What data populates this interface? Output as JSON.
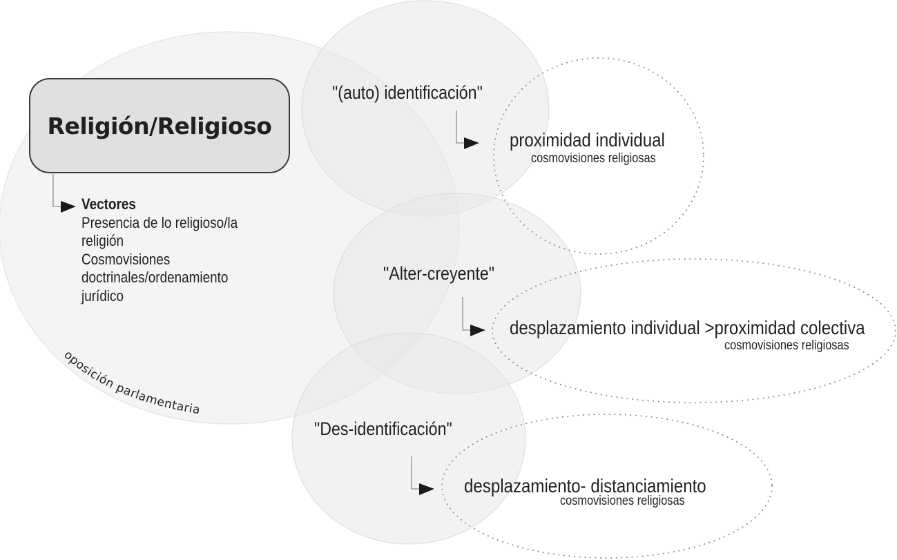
{
  "diagram": {
    "main_concept": "Religión/Religioso",
    "vectors": {
      "heading": "Vectores",
      "lines": [
        "Presencia de lo religioso/la",
        "religión",
        "Cosmovisiones",
        "doctrinales/ordenamiento",
        "jurídico"
      ]
    },
    "arc_label": "oposición parlamentaria",
    "categories": [
      {
        "term": "\"(auto) identificación\"",
        "result": "proximidad individual",
        "subtitle": "cosmovisiones religiosas"
      },
      {
        "term": "\"Alter-creyente\"",
        "result": "desplazamiento individual >proximidad colectiva",
        "subtitle": "cosmovisiones religiosas"
      },
      {
        "term": "\"Des-identificación\"",
        "result": "desplazamiento- distanciamiento",
        "subtitle": "cosmovisiones religiosas"
      }
    ],
    "colors": {
      "circle_fill": "#e6e8e8",
      "circle_stroke": "#dcdcdc",
      "box_fill": "#e0e0e0",
      "text": "#231f20",
      "dotted": "#8a8a8a",
      "connector": "#8c8c8c"
    }
  }
}
